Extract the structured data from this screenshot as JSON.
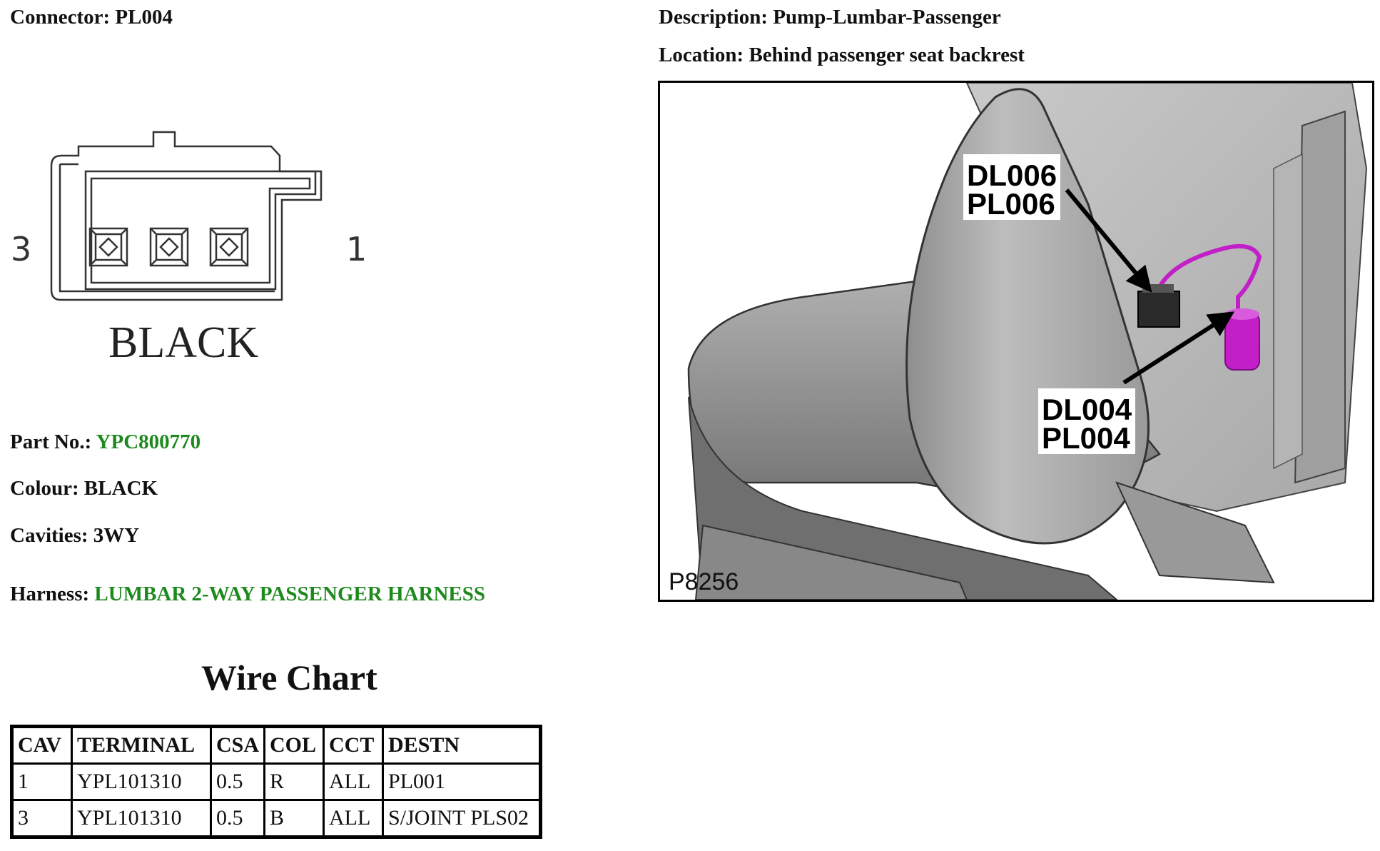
{
  "connector": {
    "label": "Connector:",
    "value": "PL004"
  },
  "description": {
    "label": "Description:",
    "value": "Pump-Lumbar-Passenger"
  },
  "location": {
    "label": "Location:",
    "value": "Behind passenger seat backrest"
  },
  "diagram": {
    "pin_left": "3",
    "pin_right": "1",
    "colour_text": "BLACK"
  },
  "details": {
    "part_no": {
      "label": "Part No.:",
      "value": "YPC800770"
    },
    "colour": {
      "label": "Colour:",
      "value": "BLACK"
    },
    "cavities": {
      "label": "Cavities:",
      "value": "3WY"
    },
    "harness": {
      "label": "Harness:",
      "value": "LUMBAR 2-WAY PASSENGER HARNESS"
    }
  },
  "wire_chart": {
    "title": "Wire Chart",
    "headers": [
      "CAV",
      "TERMINAL",
      "CSA",
      "COL",
      "CCT",
      "DESTN"
    ],
    "rows": [
      [
        "1",
        "YPL101310",
        "0.5",
        "R",
        "ALL",
        "PL001"
      ],
      [
        "3",
        "YPL101310",
        "0.5",
        "B",
        "ALL",
        "S/JOINT PLS02"
      ]
    ]
  },
  "photo": {
    "callout_top": [
      "DL006",
      "PL006"
    ],
    "callout_bottom": [
      "DL004",
      "PL004"
    ],
    "ref": "P8256"
  },
  "colors": {
    "link_green": "#1e8a1e",
    "pump_magenta": "#c21fc9"
  }
}
